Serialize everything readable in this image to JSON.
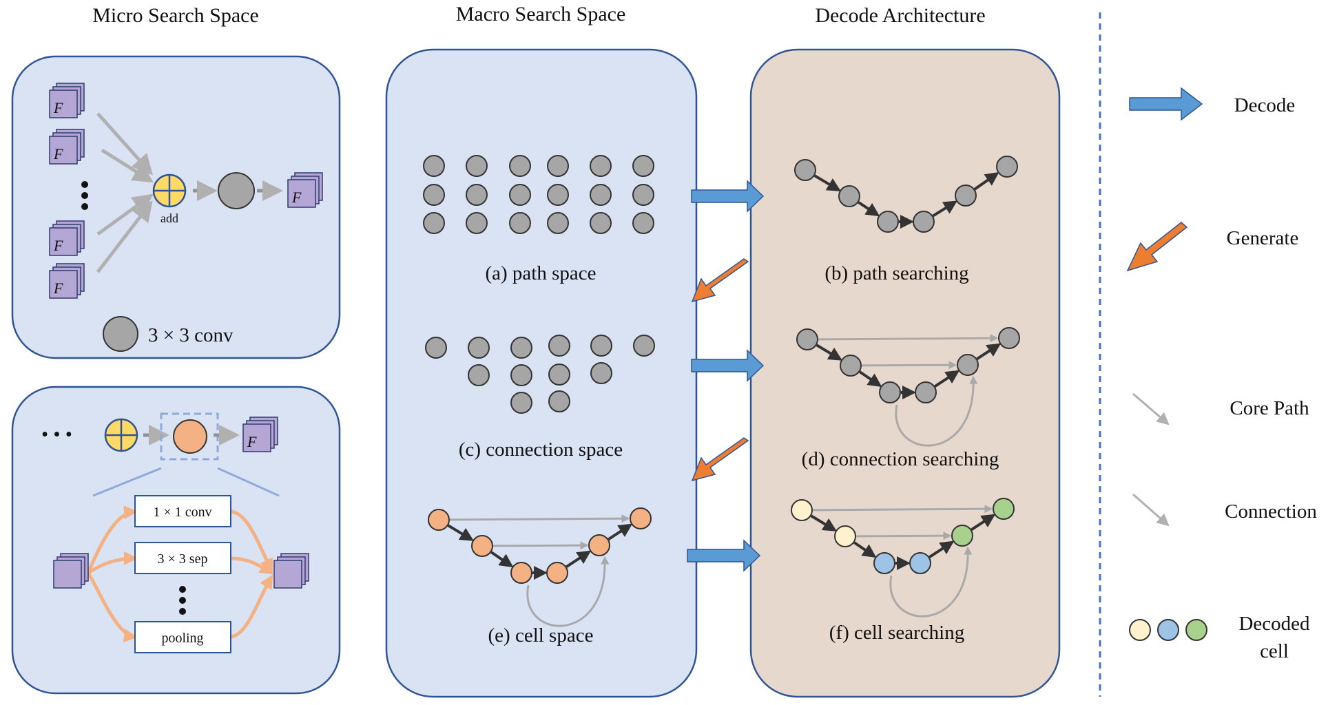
{
  "titles": {
    "micro": "Micro Search Space",
    "macro": "Macro Search Space",
    "decode": "Decode Architecture"
  },
  "micro_top": {
    "add_label": "add",
    "conv_legend": "3 × 3 conv",
    "feature_symbol": "F"
  },
  "micro_bottom": {
    "ellipsis": "• • •",
    "ops": [
      "1 × 1 conv",
      "3 × 3  sep",
      "pooling"
    ]
  },
  "captions": {
    "a": "(a)  path space",
    "b": "(b)  path searching",
    "c": "(c)  connection space",
    "d": "(d)  connection searching",
    "e": "(e)  cell space",
    "f": "(f)  cell searching"
  },
  "legend": {
    "decode": "Decode",
    "generate": "Generate",
    "core_path": "Core Path",
    "connection": "Connection",
    "decoded_cell_line1": "Decoded",
    "decoded_cell_line2": "cell"
  },
  "colors": {
    "panel_blue": "#dae3f3",
    "panel_border": "#2f5496",
    "panel_tan": "#e7d8cd",
    "node_gray": "#a6a6a6",
    "node_orange": "#f4b183",
    "node_yellow": "#fff2cc",
    "node_blue": "#9dc3e6",
    "node_green": "#a9d18e",
    "decode_arrow": "#5b9bd5",
    "generate_arrow": "#ed7d31",
    "add_yellow": "#ffd966"
  }
}
